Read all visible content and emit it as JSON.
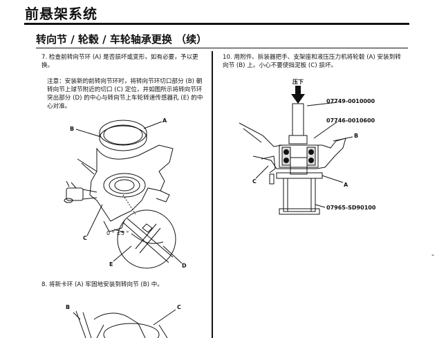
{
  "header": {
    "title": "前悬架系统"
  },
  "section": {
    "title": "转向节 / 轮毂 / 车轮轴承更换 （续）"
  },
  "steps": {
    "s7": {
      "text": "7. 检查前转向节环 (A) 是否损坏或变形，如有必要，予以更换。"
    },
    "s7_note": {
      "text": "注意：安装新的前转向节环时，将转向节环切口部分 (B) 朝转向节上球节附近的切口 (C) 定位，并如图所示将转向节环突出部分 (D) 的中心与转向节上车轮转速传感器孔 (E) 的中心对准。"
    },
    "s8": {
      "text": "8. 将新卡环 (A) 牢固地安装到转向节 (B) 中。"
    },
    "s10": {
      "text": "10. 用附件、拆装器把手、支架座和液压压力机将轮毂 (A) 安装到转向节 (B) 上。小心不要使挡泥板 (C) 损坏。"
    }
  },
  "figure1": {
    "labels": {
      "a": "A",
      "b": "B",
      "c": "C",
      "d": "D",
      "e": "E"
    },
    "angle": "0 ° ±5 °"
  },
  "figure2": {
    "labels": {
      "b": "B",
      "c": "C"
    }
  },
  "figure3": {
    "press_label": "压下",
    "labels": {
      "a": "A",
      "b": "B",
      "c": "C"
    },
    "part_numbers": {
      "p1": "07749-0010000",
      "p2": "07746-0010600",
      "p3": "07965-SD90100"
    }
  },
  "edge_mark": "-"
}
